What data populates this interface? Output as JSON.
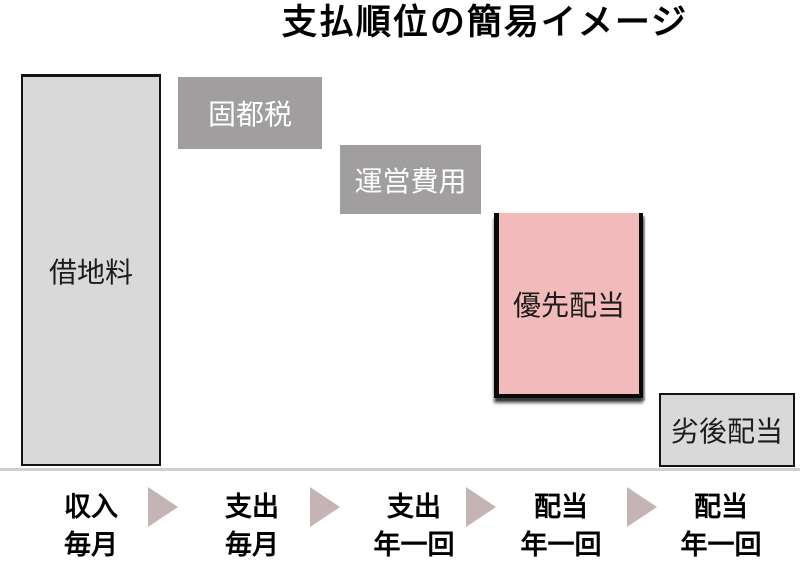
{
  "title": "支払順位の簡易イメージ",
  "diagram": {
    "boxes": [
      {
        "id": "land-rent",
        "label": "借地料",
        "role": "income",
        "fill": "#d9d9d9"
      },
      {
        "id": "property-tax",
        "label": "固都税",
        "role": "expense",
        "fill": "#a09e9e"
      },
      {
        "id": "operating-cost",
        "label": "運営費用",
        "role": "expense",
        "fill": "#a09e9e"
      },
      {
        "id": "priority-dividend",
        "label": "優先配当",
        "role": "dividend",
        "fill": "#f2baba"
      },
      {
        "id": "subordinated-dividend",
        "label": "劣後配当",
        "role": "dividend",
        "fill": "#d9d9d9"
      }
    ],
    "baseline_color": "#d0cece"
  },
  "timeline": {
    "arrow_icon": "right-triangle",
    "arrow_color": "#c4b4b4",
    "steps": [
      {
        "label": "収入",
        "frequency": "毎月"
      },
      {
        "label": "支出",
        "frequency": "毎月"
      },
      {
        "label": "支出",
        "frequency": "年一回"
      },
      {
        "label": "配当",
        "frequency": "年一回"
      },
      {
        "label": "配当",
        "frequency": "年一回"
      }
    ]
  },
  "colors": {
    "title_text": "#000000",
    "box_text_dark": "#1c1c1c",
    "box_text_light": "#ffffff",
    "income_fill": "#d9d9d9",
    "expense_fill": "#a09e9e",
    "priority_fill": "#f2baba",
    "border": "#141414"
  }
}
